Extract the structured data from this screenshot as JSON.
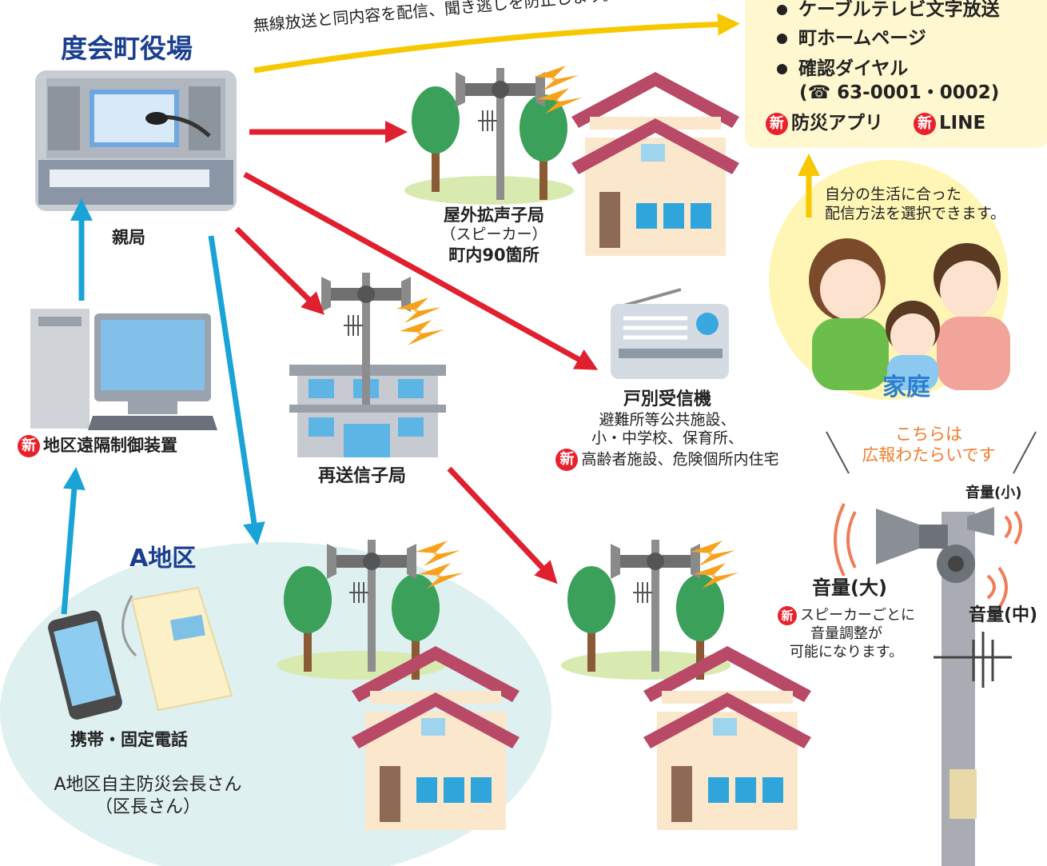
{
  "colors": {
    "red_arrow": "#e0202e",
    "blue_arrow": "#1aa3d6",
    "yellow_arrow": "#f7c800",
    "district_area": "#dff0f0",
    "family_circle": "#fff6b5",
    "info_box": "#fff7cf",
    "heading": "#1b3f8f",
    "orange": "#f07d2b"
  },
  "title": "度会町役場",
  "top_message": "無線放送と同内容を配信、聞き逃しを防止します。",
  "master_station": "親局",
  "remote_device": "地区遠隔制御装置",
  "new_badge": "新",
  "info_box": {
    "item1": "ケーブルテレビ文字放送",
    "item2": "町ホームページ",
    "item3": "確認ダイヤル",
    "item3_sub": "(☎ 63-0001・0002)",
    "item4": "防災アプリ",
    "item5": "LINE"
  },
  "family_note_line1": "自分の生活に合った",
  "family_note_line2": "配信方法を選択できます。",
  "family_label": "家庭",
  "outdoor_station": {
    "line1": "屋外拡声子局",
    "line2": "（スピーカー）",
    "line3": "町内90箇所"
  },
  "household_receiver": {
    "title": "戸別受信機",
    "line1": "避難所等公共施設、",
    "line2": "小・中学校、保育所、",
    "line3": "高齢者施設、危険個所内住宅"
  },
  "relay_station": "再送信子局",
  "district": "A地区",
  "phone_label": "携帯・固定電話",
  "chairman_line1": "A地区自主防災会長さん",
  "chairman_line2": "（区長さん）",
  "kouhou_line1": "こちらは",
  "kouhou_line2": "広報わたらいです",
  "vol_small": "音量(小)",
  "vol_large": "音量(大)",
  "vol_medium": "音量(中)",
  "vol_note_line1": "スピーカーごとに",
  "vol_note_line2": "音量調整が",
  "vol_note_line3": "可能になります。"
}
